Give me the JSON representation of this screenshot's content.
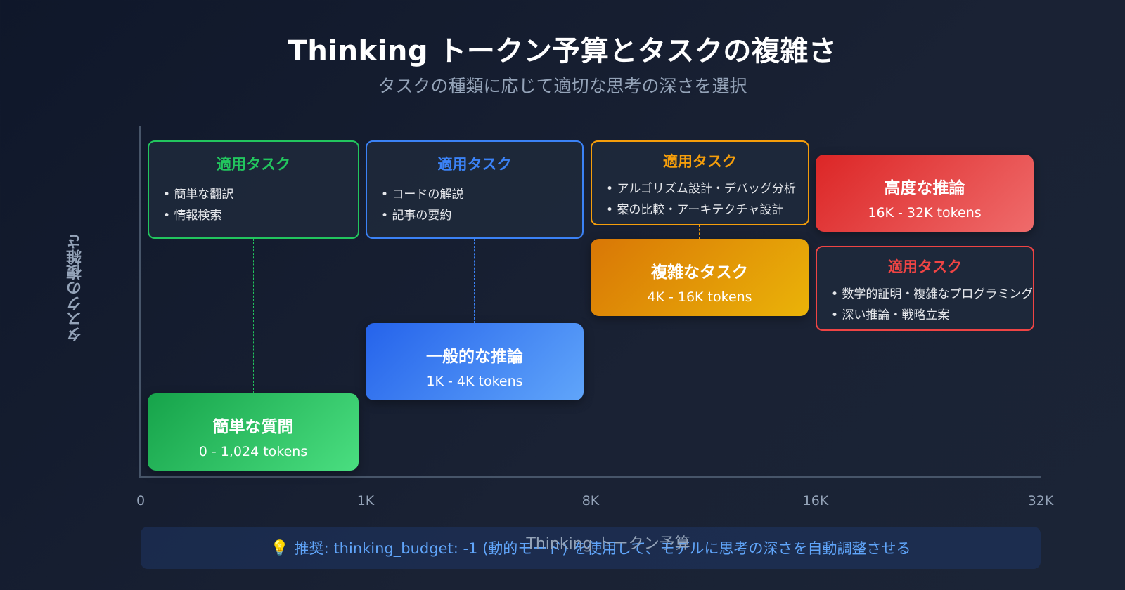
{
  "title": "Thinking トークン予算とタスクの複雑さ",
  "subtitle": "タスクの種類に応じて適切な思考の深さを選択",
  "y_axis_label": "タスクの複雑さ",
  "x_axis_label": "Thinking トークン予算",
  "x_ticks": [
    "0",
    "1K",
    "8K",
    "16K",
    "32K"
  ],
  "tiers": [
    {
      "name": "簡単な質問",
      "range": "0 - 1,024 tokens",
      "color": "#22c55e",
      "tasks_heading": "適用タスク",
      "tasks": [
        "簡単な翻訳",
        "情報検索"
      ]
    },
    {
      "name": "一般的な推論",
      "range": "1K - 4K tokens",
      "color": "#3b82f6",
      "tasks_heading": "適用タスク",
      "tasks": [
        "コードの解説",
        "記事の要約"
      ]
    },
    {
      "name": "複雑なタスク",
      "range": "4K - 16K tokens",
      "color": "#f59e0b",
      "tasks_heading": "適用タスク",
      "tasks": [
        "アルゴリズム設計・デバッグ分析",
        "案の比較・アーキテクチャ設計"
      ]
    },
    {
      "name": "高度な推論",
      "range": "16K - 32K tokens",
      "color": "#ef4444",
      "tasks_heading": "適用タスク",
      "tasks": [
        "数学的証明・複雑なプログラミング",
        "深い推論・戦略立案"
      ]
    }
  ],
  "recommendation": {
    "icon": "lightbulb-icon",
    "text": "推奨: thinking_budget: -1 (動的モード) を使用して、モデルに思考の深さを自動調整させる"
  }
}
